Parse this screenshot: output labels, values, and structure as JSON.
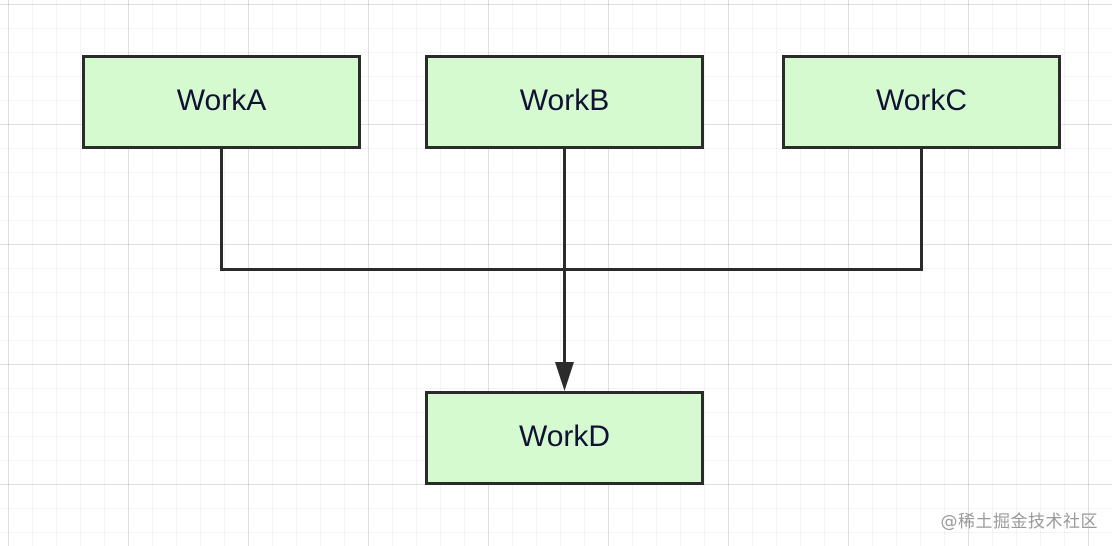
{
  "diagram": {
    "nodes": [
      {
        "id": "A",
        "label": "WorkA"
      },
      {
        "id": "B",
        "label": "WorkB"
      },
      {
        "id": "C",
        "label": "WorkC"
      },
      {
        "id": "D",
        "label": "WorkD"
      }
    ],
    "edges": [
      {
        "from": "A",
        "to": "D"
      },
      {
        "from": "B",
        "to": "D"
      },
      {
        "from": "C",
        "to": "D"
      }
    ],
    "colors": {
      "node_fill": "#d5fad0",
      "node_stroke": "#2b2b2b",
      "connector": "#2b2b2b",
      "label": "#111133"
    }
  },
  "watermark": "@稀土掘金技术社区"
}
